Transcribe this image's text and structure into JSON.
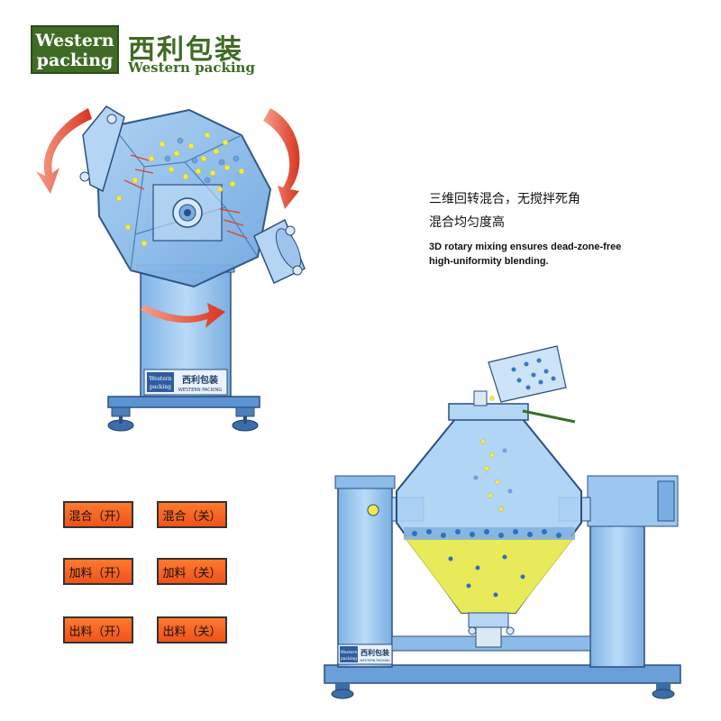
{
  "brand": {
    "logo_line1": "Western",
    "logo_line2": "packing",
    "name_cn": "西利包装",
    "name_en": "Western packing"
  },
  "caption": {
    "cn_line1": "三维回转混合，无搅拌死角",
    "cn_line2": "混合均匀度高",
    "en_line1": "3D rotary mixing ensures dead-zone-free",
    "en_line2": "high-uniformity blending."
  },
  "machine_plate": {
    "en_line1": "Western",
    "en_line2": "packing",
    "cn": "西利包装",
    "en_caps": "WESTERN PACKING"
  },
  "controls": {
    "mix_on": "混合（开）",
    "mix_off": "混合（关）",
    "feed_on": "加料（开）",
    "feed_off": "加料（关）",
    "discharge_on": "出料（开）",
    "discharge_off": "出料（关）"
  },
  "colors": {
    "brand_green": "#3f6b25",
    "button_orange": "#f0521a",
    "machine_blue": "#9cc8ef",
    "arrow_red": "#e0452c"
  }
}
